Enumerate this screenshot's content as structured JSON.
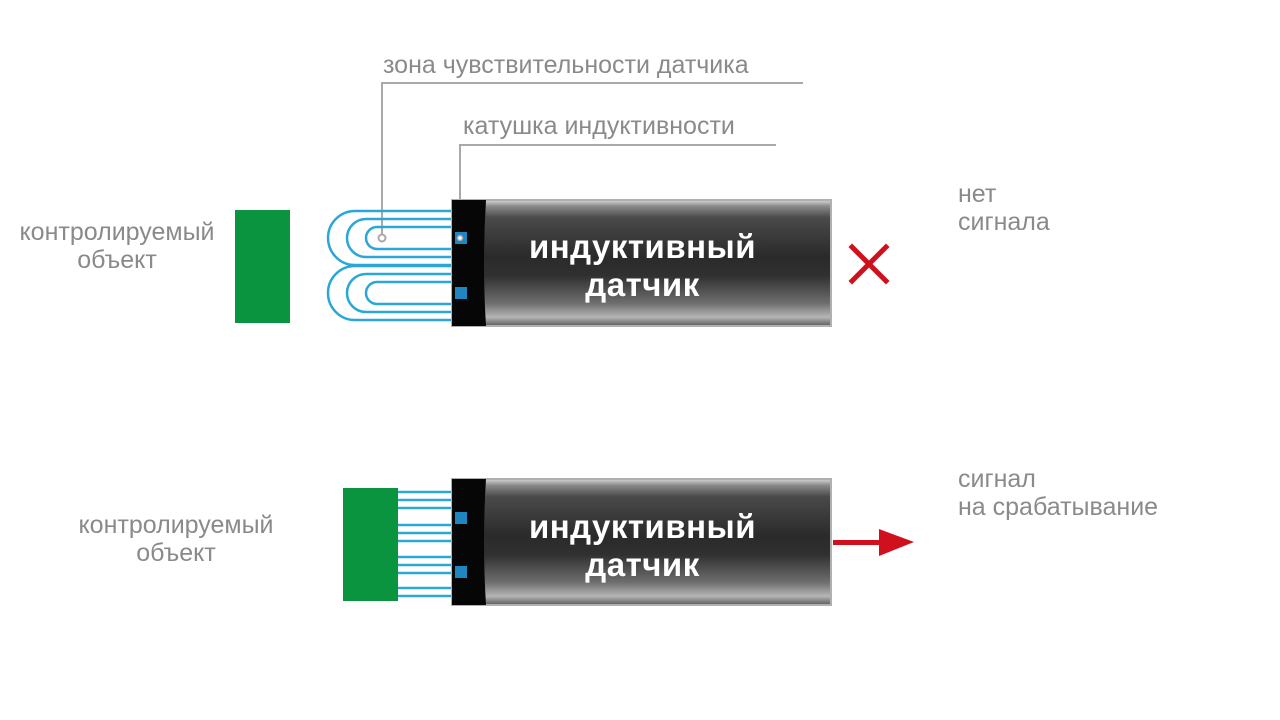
{
  "labels": {
    "zone": "зона чувствительности датчика",
    "coil": "катушка индуктивности"
  },
  "top": {
    "object_line1": "контролируемый",
    "object_line2": "объект",
    "sensor_line1": "индуктивный",
    "sensor_line2": "датчик",
    "status_line1": "нет",
    "status_line2": "сигнала"
  },
  "bottom": {
    "object_line1": "контролируемый",
    "object_line2": "объект",
    "sensor_line1": "индуктивный",
    "sensor_line2": "датчик",
    "status_line1": "сигнал",
    "status_line2": "на срабатывание"
  },
  "colors": {
    "object": "#0a9440",
    "field": "#2aa7d6",
    "coil": "#1f86c0",
    "cross": "#d0101c",
    "arrow": "#d0101c",
    "leader": "#a9a9a9",
    "label": "#8a8a8a"
  }
}
